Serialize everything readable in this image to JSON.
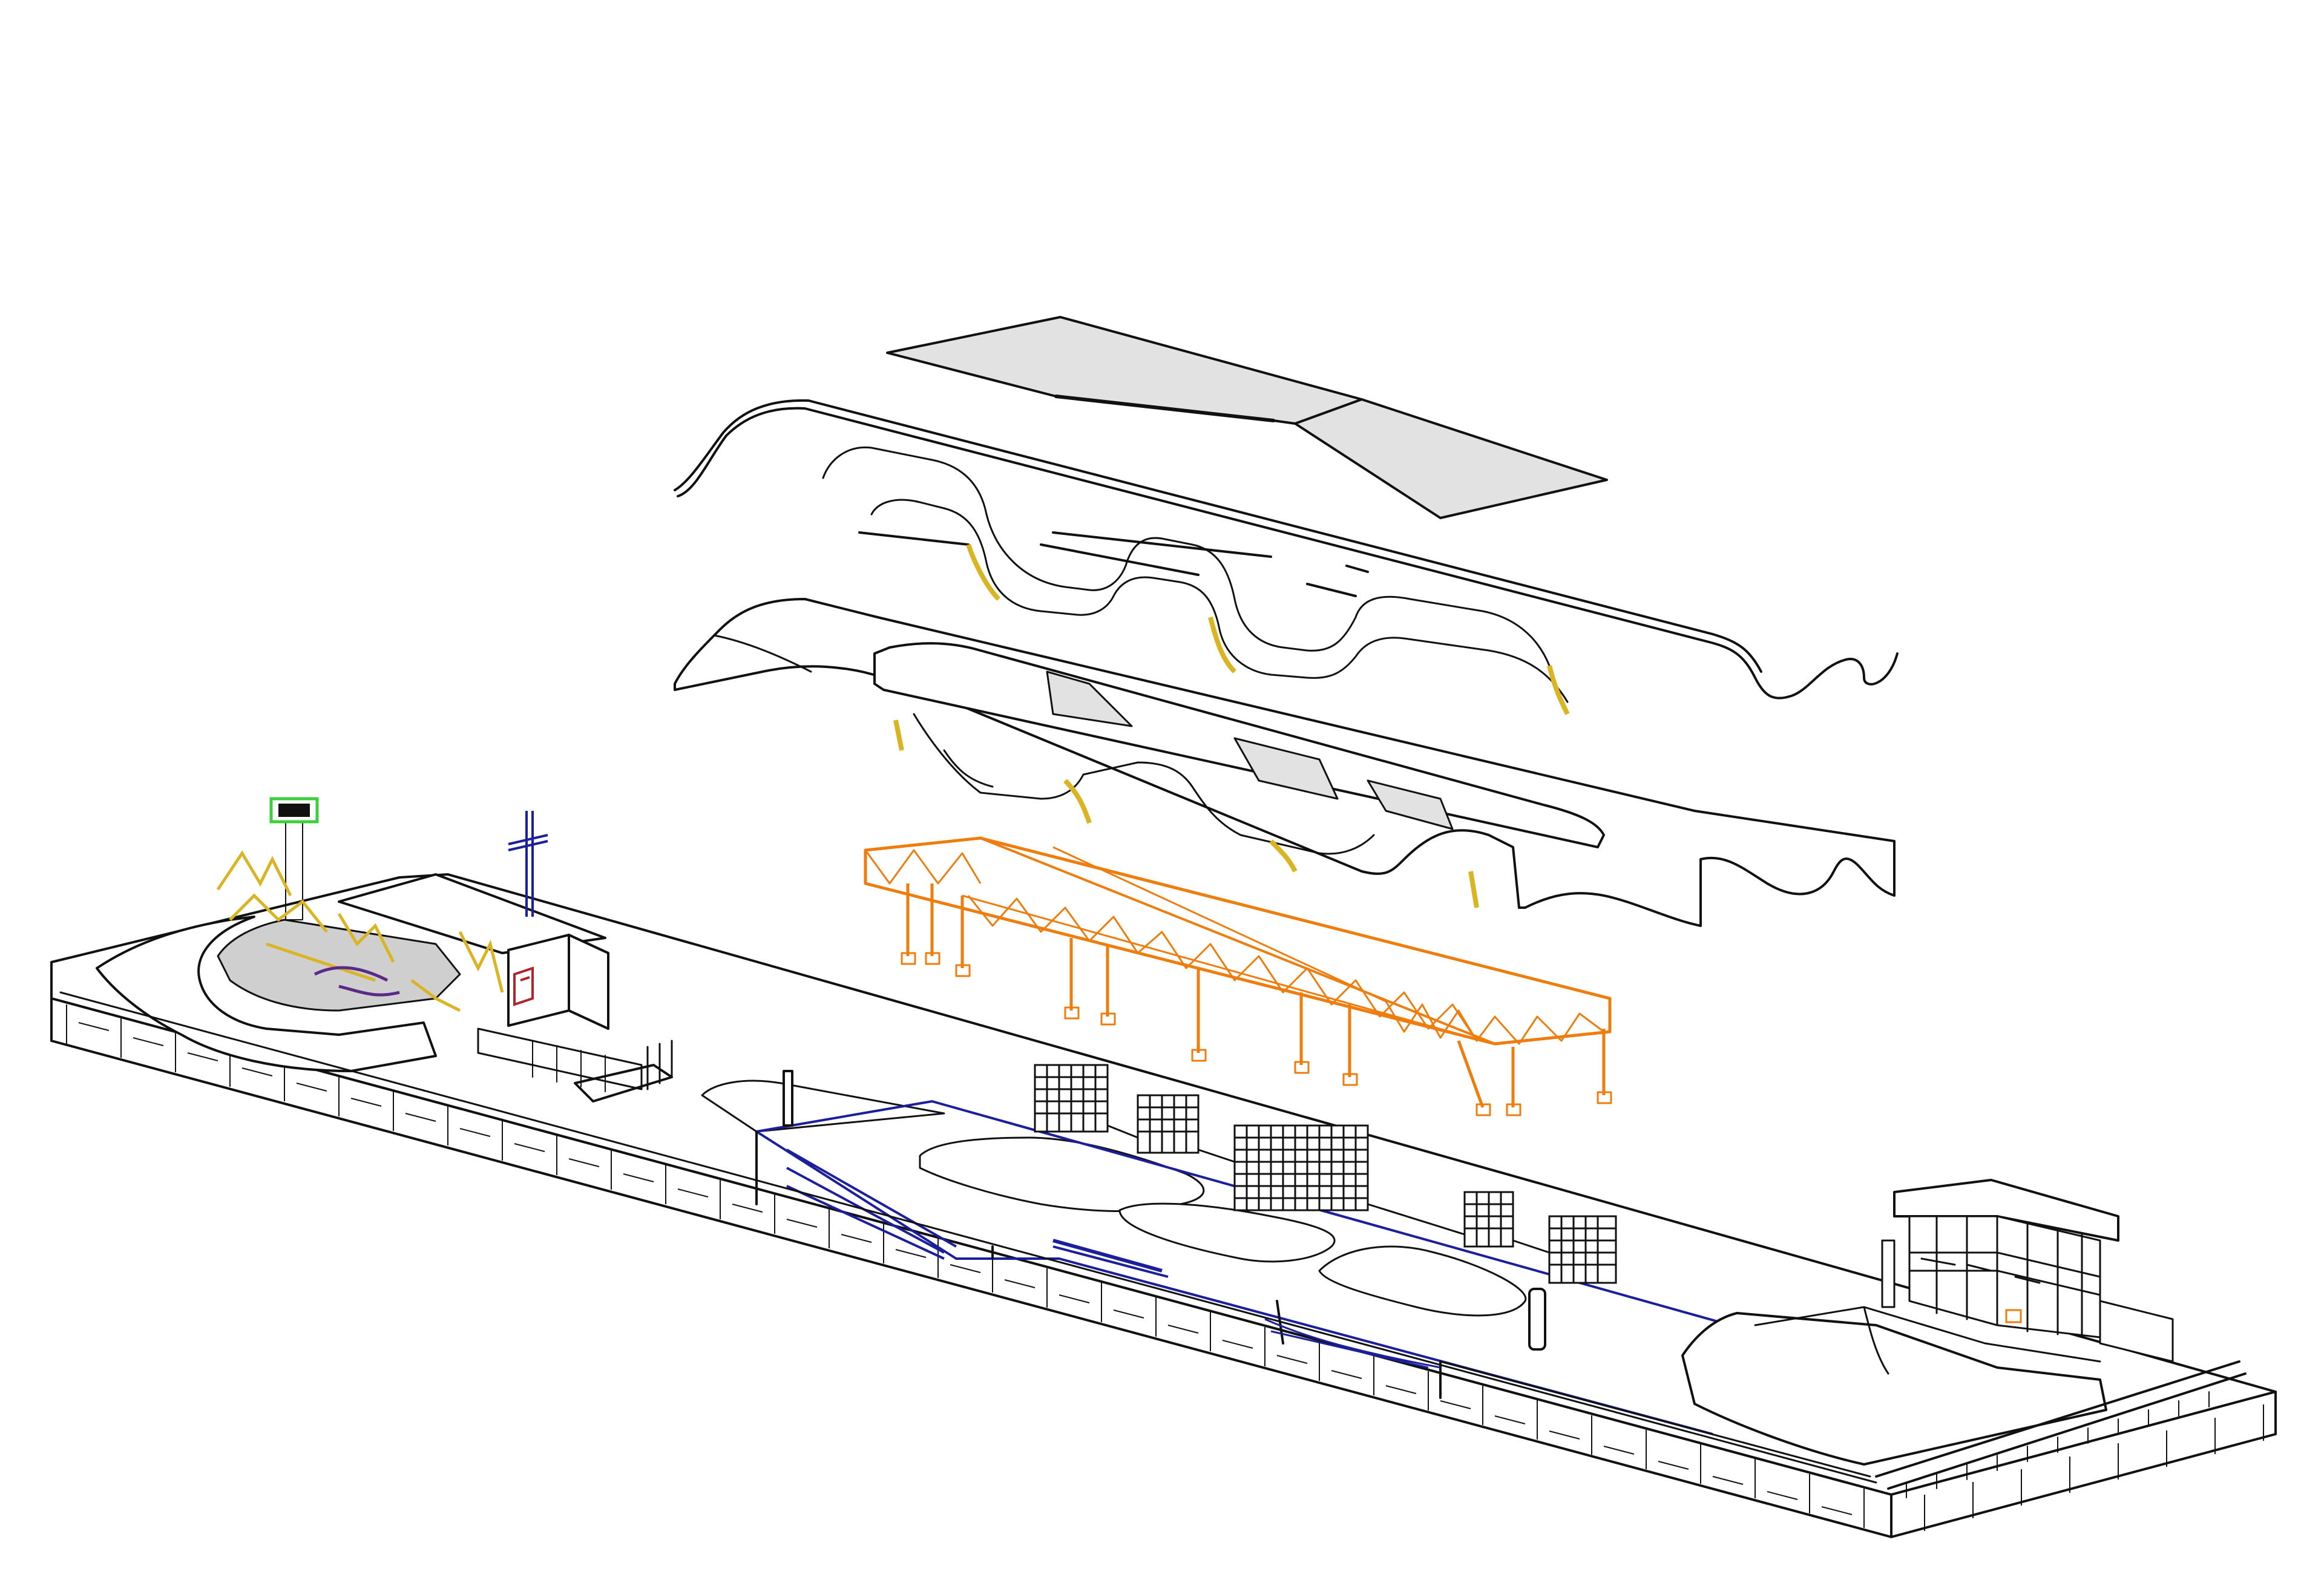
{
  "figure": {
    "colors": {
      "line": "#111111",
      "roof_fill": "#e2e2e2",
      "truss": "#ee7d0d",
      "accent_blue": "#1b1f9c",
      "accent_yellow": "#d9b423",
      "tower_green": "#3ccf3c",
      "background": "#ffffff"
    },
    "components": [
      "roof-panels",
      "roof-frame",
      "canopy-shell",
      "steel-truss",
      "site-base"
    ],
    "sign_text": ""
  }
}
